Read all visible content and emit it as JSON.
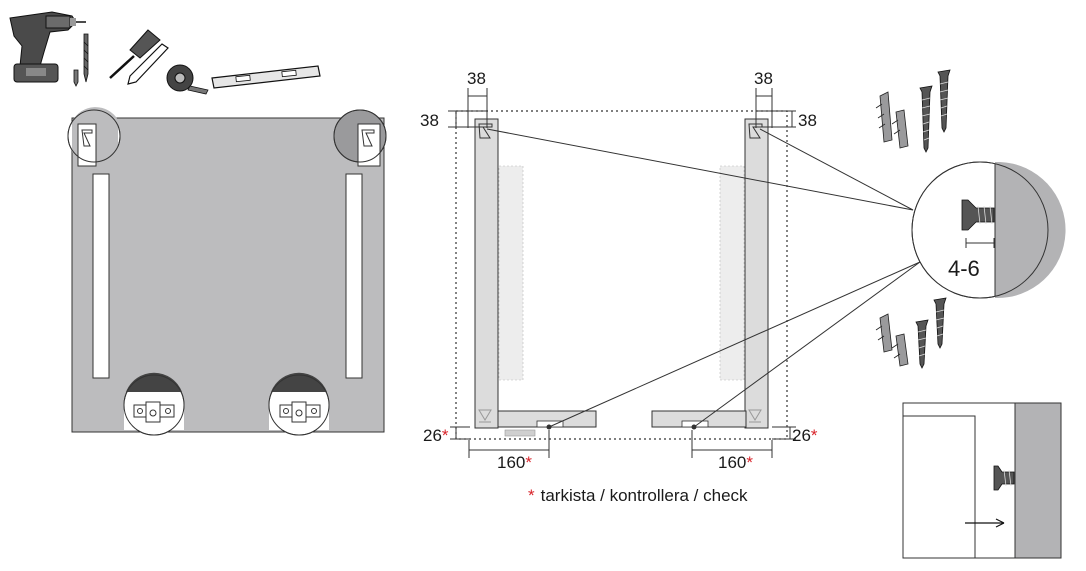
{
  "dimensions": {
    "top_left_x": "38",
    "top_left_y": "38",
    "top_right_x": "38",
    "top_right_y": "38",
    "bottom_left_y": "26",
    "bottom_right_y": "26",
    "bottom_left_x": "160",
    "bottom_right_x": "160",
    "depth_range": "4-6"
  },
  "asterisk": "*",
  "note_text": "tarkista / kontrollera / check",
  "colors": {
    "panel": "#bcbcbe",
    "panel_dark": "#9a9a9c",
    "wall": "#b3b3b5",
    "accent_star": "#d8232a",
    "line": "#1a1a1a"
  },
  "icons": [
    "drill-icon",
    "drill-bit-icon",
    "screwdriver-icon",
    "pencil-icon",
    "tape-measure-icon",
    "spirit-level-icon",
    "wall-plug-icon",
    "screw-icon"
  ]
}
